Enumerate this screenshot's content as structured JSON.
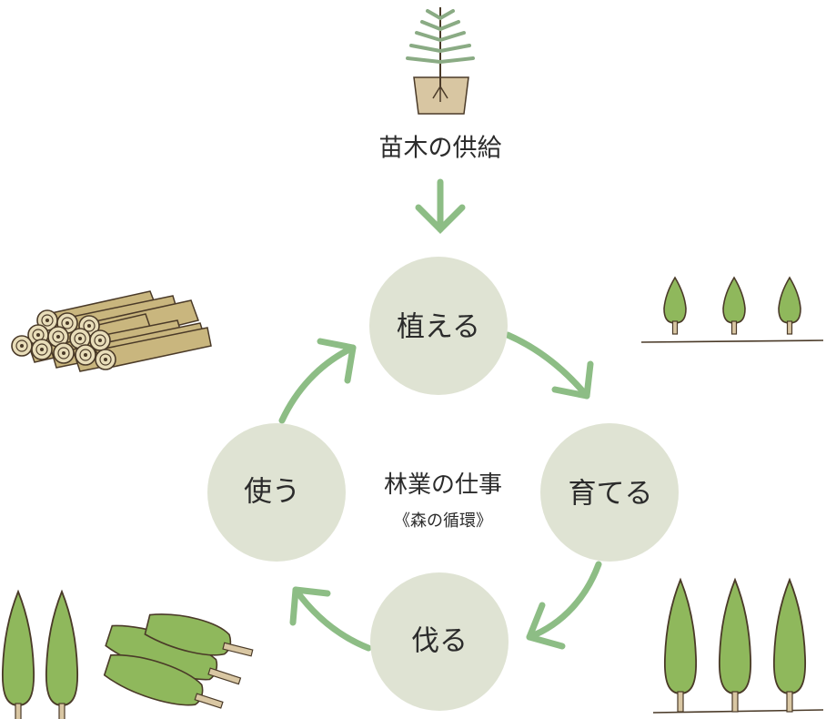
{
  "supply": {
    "label": "苗木の供給"
  },
  "center": {
    "title": "林業の仕事",
    "subtitle": "《森の循環》"
  },
  "cycle": [
    {
      "id": "plant",
      "label": "植える"
    },
    {
      "id": "grow",
      "label": "育てる"
    },
    {
      "id": "cut",
      "label": "伐る"
    },
    {
      "id": "use",
      "label": "使う"
    }
  ],
  "colors": {
    "node_fill": "#dfe3d3",
    "arrow": "#8dbd85",
    "tree_foliage": "#8fb85c",
    "tree_outline": "#4a3a28",
    "trunk": "#d9c7a3",
    "log_fill": "#c9b67e",
    "log_end": "#e8ddb9",
    "pot": "#d8c6a2",
    "seedling": "#8aab84",
    "text": "#2b2b2b"
  },
  "icons": [
    "seedling-pot-icon",
    "log-pile-icon",
    "young-trees-icon",
    "mature-trees-icon",
    "tall-trees-icon",
    "felled-trees-icon"
  ]
}
